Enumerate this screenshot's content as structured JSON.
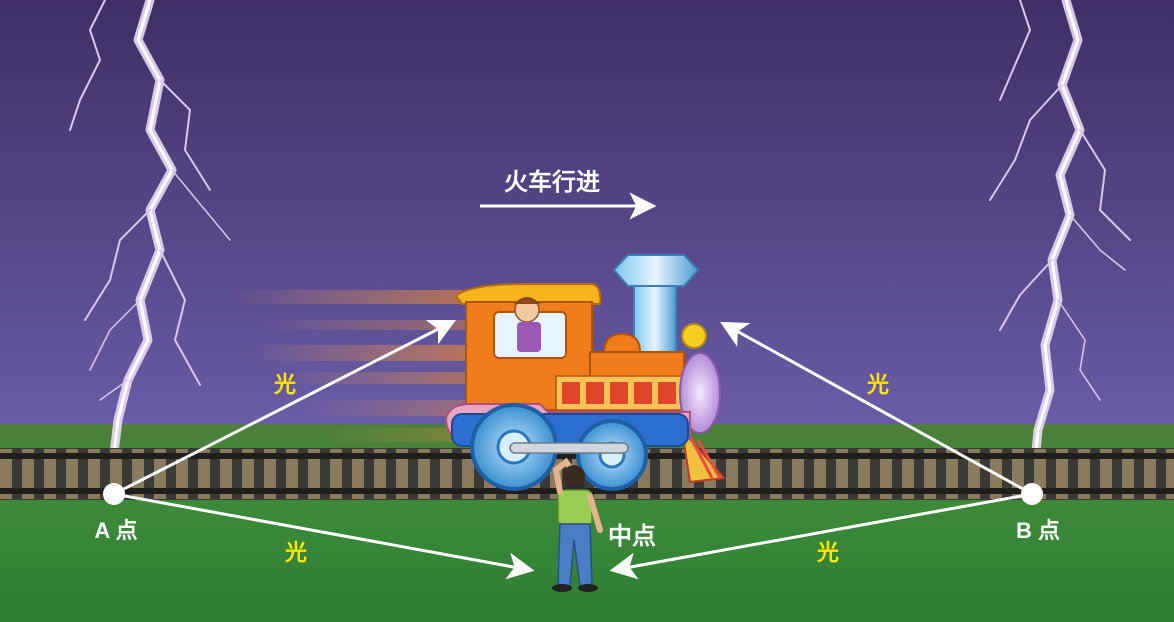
{
  "title": "火车行进",
  "labels": {
    "point_a": "A 点",
    "point_b": "B 点",
    "midpoint": "中点",
    "light": "光"
  },
  "colors": {
    "sky_top": "#3f2f66",
    "sky_bottom": "#6a5ca6",
    "ground": "#3e8a3a",
    "light_text": "#ffe600",
    "arrow": "#ffffff",
    "train_body": "#f07d1a",
    "train_blue": "#2d6fd0"
  },
  "icons": [
    "lightning-icon",
    "train-icon",
    "person-icon",
    "arrow-icon"
  ]
}
